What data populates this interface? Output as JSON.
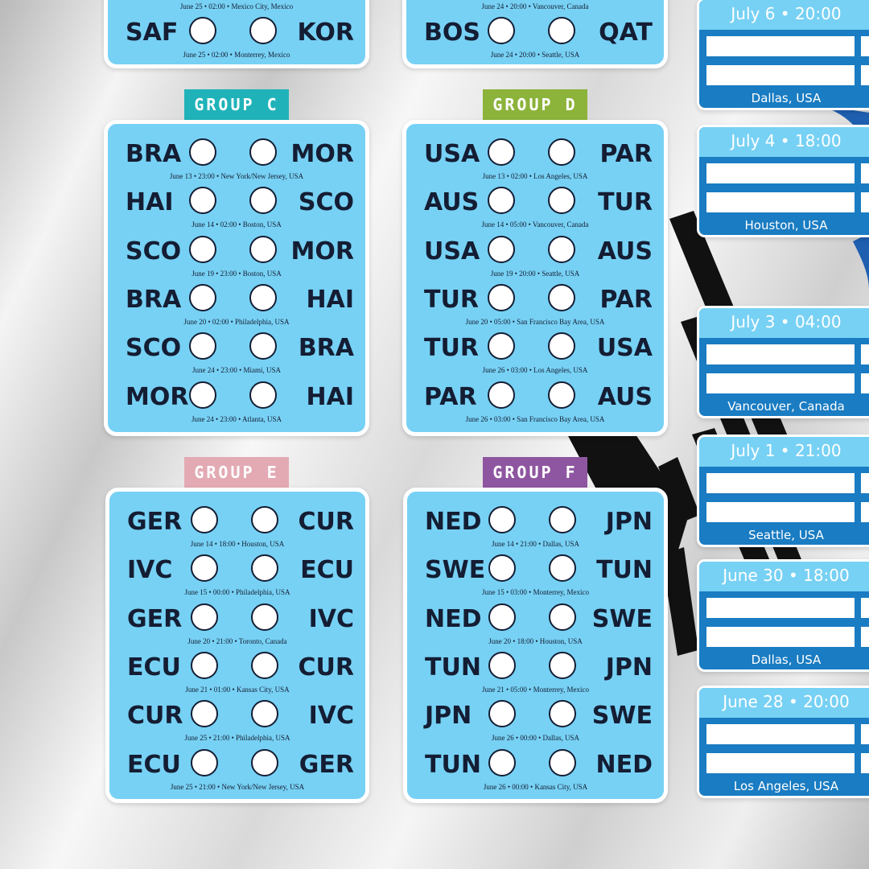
{
  "colors": {
    "card_bg": "#77d1f4",
    "text_dark": "#141d33",
    "knockout_blue": "#1a7cc2"
  },
  "top_cards": {
    "left": {
      "top_info": "June 25 • 02:00 • Mexico City, Mexico",
      "team_home": "SAF",
      "team_away": "KOR",
      "bottom_info": "June 25 • 02:00 • Monterrey, Mexico"
    },
    "right": {
      "top_info": "June 24 • 20:00 • Vancouver, Canada",
      "team_home": "BOS",
      "team_away": "QAT",
      "bottom_info": "June 24 • 20:00 • Seattle, USA"
    }
  },
  "groups": {
    "c": {
      "label": "GROUP C",
      "label_color": "#1fb3b9",
      "matches": [
        {
          "home": "BRA",
          "away": "MOR",
          "info": "June 13 • 23:00 • New York/New Jersey, USA"
        },
        {
          "home": "HAI",
          "away": "SCO",
          "info": "June 14 • 02:00 • Boston, USA"
        },
        {
          "home": "SCO",
          "away": "MOR",
          "info": "June 19 • 23:00 • Boston, USA"
        },
        {
          "home": "BRA",
          "away": "HAI",
          "info": "June 20 • 02:00 • Philadelphia, USA"
        },
        {
          "home": "SCO",
          "away": "BRA",
          "info": "June 24 • 23:00 • Miami, USA"
        },
        {
          "home": "MOR",
          "away": "HAI",
          "info": "June 24 • 23:00 • Atlanta, USA"
        }
      ]
    },
    "d": {
      "label": "GROUP D",
      "label_color": "#8cb33a",
      "matches": [
        {
          "home": "USA",
          "away": "PAR",
          "info": "June 13 • 02:00 • Los Angeles, USA"
        },
        {
          "home": "AUS",
          "away": "TUR",
          "info": "June 14 • 05:00 • Vancouver, Canada"
        },
        {
          "home": "USA",
          "away": "AUS",
          "info": "June 19 • 20:00 • Seattle, USA"
        },
        {
          "home": "TUR",
          "away": "PAR",
          "info": "June 20 • 05:00 • San Francisco Bay Area, USA"
        },
        {
          "home": "TUR",
          "away": "USA",
          "info": "June 26 • 03:00 • Los Angeles, USA"
        },
        {
          "home": "PAR",
          "away": "AUS",
          "info": "June 26 • 03:00 • San Francisco Bay Area, USA"
        }
      ]
    },
    "e": {
      "label": "GROUP E",
      "label_color": "#e3aab4",
      "matches": [
        {
          "home": "GER",
          "away": "CUR",
          "info": "June 14 • 18:00 • Houston, USA"
        },
        {
          "home": "IVC",
          "away": "ECU",
          "info": "June 15 • 00:00 • Philadelphia, USA"
        },
        {
          "home": "GER",
          "away": "IVC",
          "info": "June 20 • 21:00 • Toronto, Canada"
        },
        {
          "home": "ECU",
          "away": "CUR",
          "info": "June 21 • 01:00 • Kansas City, USA"
        },
        {
          "home": "CUR",
          "away": "IVC",
          "info": "June 25 • 21:00 • Philadelphia, USA"
        },
        {
          "home": "ECU",
          "away": "GER",
          "info": "June 25 • 21:00 • New York/New Jersey, USA"
        }
      ]
    },
    "f": {
      "label": "GROUP F",
      "label_color": "#8e56a0",
      "matches": [
        {
          "home": "NED",
          "away": "JPN",
          "info": "June 14 • 21:00 • Dallas, USA"
        },
        {
          "home": "SWE",
          "away": "TUN",
          "info": "June 15 • 03:00 • Monterrey, Mexico"
        },
        {
          "home": "NED",
          "away": "SWE",
          "info": "June 20 • 18:00 • Houston, USA"
        },
        {
          "home": "TUN",
          "away": "JPN",
          "info": "June 21 • 05:00 • Monterrey, Mexico"
        },
        {
          "home": "JPN",
          "away": "SWE",
          "info": "June 26 • 00:00 • Dallas, USA"
        },
        {
          "home": "TUN",
          "away": "NED",
          "info": "June 26 • 00:00 • Kansas City, USA"
        }
      ]
    }
  },
  "knockout": [
    {
      "header": "July 6 • 20:00",
      "venue": "Dallas, USA"
    },
    {
      "header": "July 4 • 18:00",
      "venue": "Houston, USA"
    },
    {
      "header": "July 3 • 04:00",
      "venue": "Vancouver, Canada"
    },
    {
      "header": "July 1 • 21:00",
      "venue": "Seattle, USA"
    },
    {
      "header": "June 30 • 18:00",
      "venue": "Dallas, USA"
    },
    {
      "header": "June 28 • 20:00",
      "venue": "Los Angeles, USA"
    }
  ]
}
